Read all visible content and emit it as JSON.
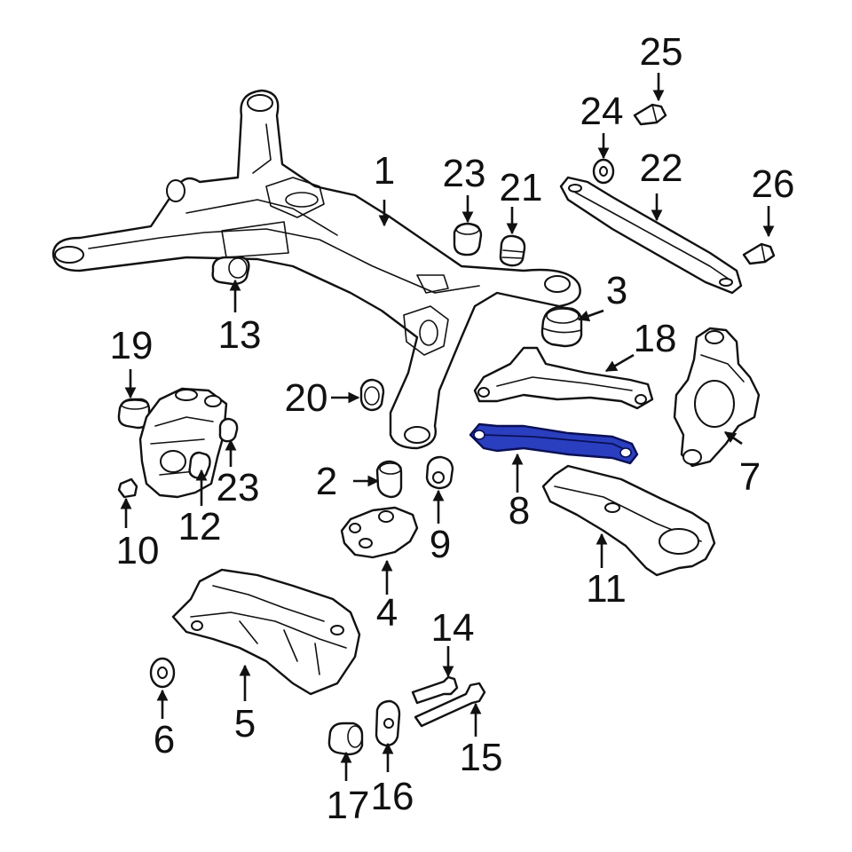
{
  "diagram": {
    "highlighted_part": "8",
    "highlight_color": "#2a3fbf",
    "callouts": {
      "c1": "1",
      "c2": "2",
      "c3": "3",
      "c4": "4",
      "c5": "5",
      "c6": "6",
      "c7": "7",
      "c8": "8",
      "c9": "9",
      "c10": "10",
      "c11": "11",
      "c12": "12",
      "c13": "13",
      "c14": "14",
      "c15": "15",
      "c16": "16",
      "c17": "17",
      "c18": "18",
      "c19": "19",
      "c20": "20",
      "c21": "21",
      "c22": "22",
      "c23a": "23",
      "c23b": "23",
      "c24": "24",
      "c25": "25",
      "c26": "26"
    }
  }
}
